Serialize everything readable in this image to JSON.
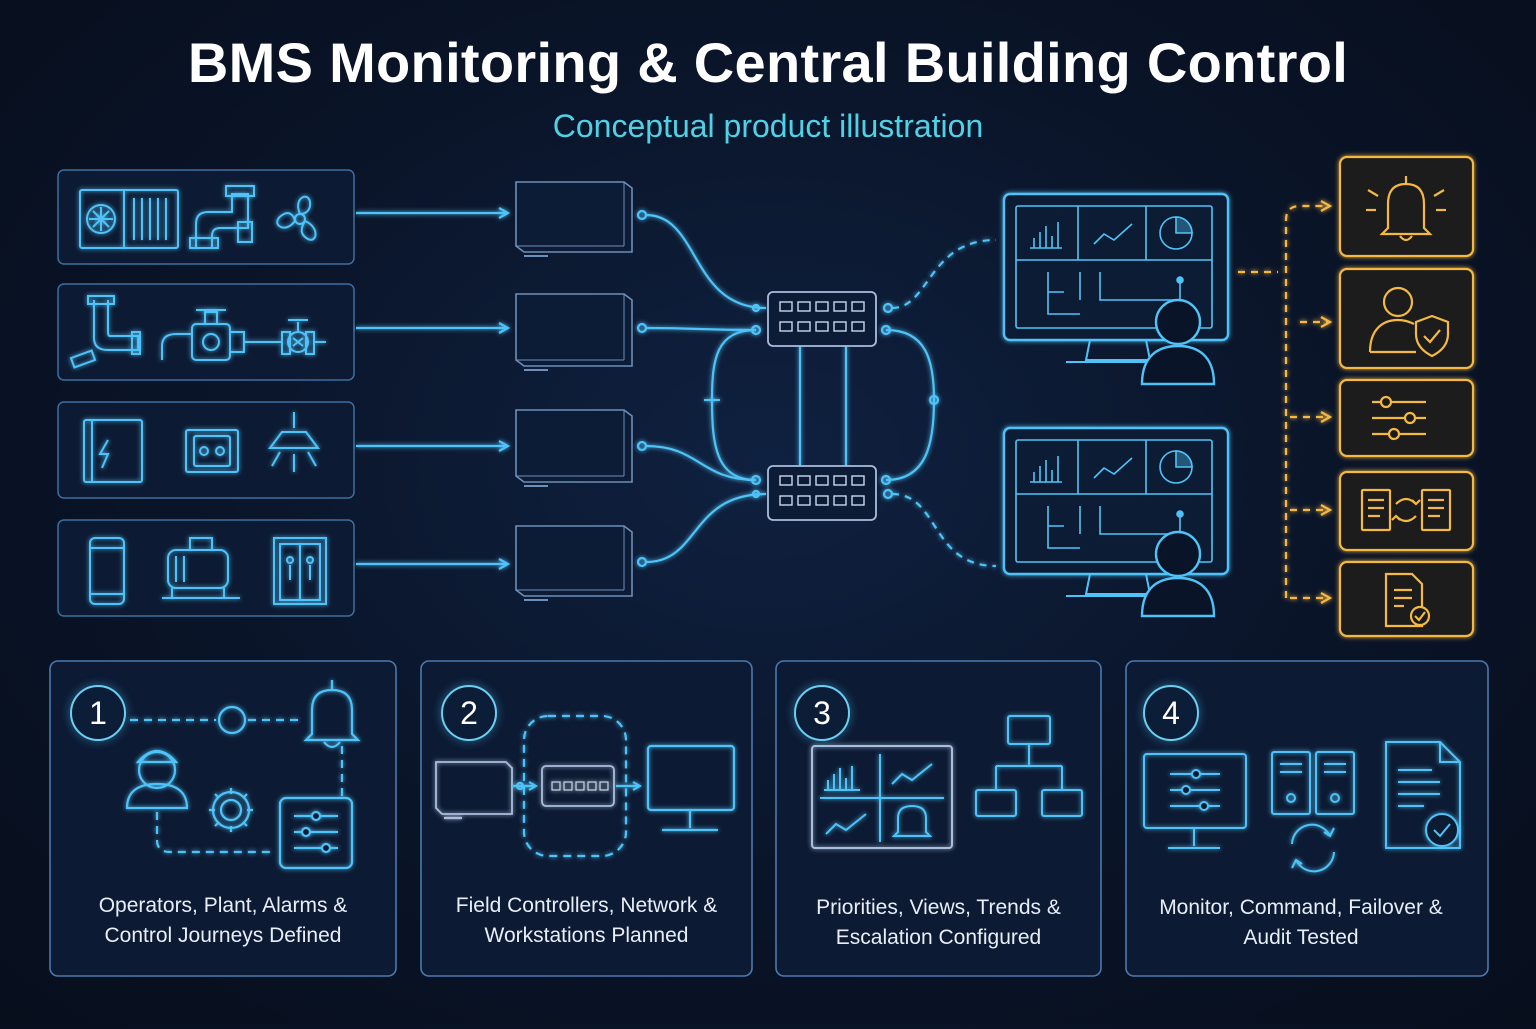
{
  "title": "BMS Monitoring & Central Building Control",
  "subtitle": "Conceptual product illustration",
  "colors": {
    "background": "#0a1428",
    "accent_blue": "#4fc3f7",
    "accent_cyan": "#4fd2e6",
    "alert_gold": "#f5b942",
    "text": "#ffffff"
  },
  "equipment_rows": [
    {
      "icons": [
        "air-handling-unit-icon",
        "duct-pipe-icon",
        "fan-icon"
      ]
    },
    {
      "icons": [
        "pipe-elbow-icon",
        "pump-valve-icon",
        "valve-icon"
      ]
    },
    {
      "icons": [
        "electrical-panel-icon",
        "power-outlet-icon",
        "ceiling-light-icon"
      ]
    },
    {
      "icons": [
        "tank-icon",
        "generator-icon",
        "elevator-icon"
      ]
    }
  ],
  "controllers": [
    "controller-1",
    "controller-2",
    "controller-3",
    "controller-4"
  ],
  "network_switches": [
    "network-switch-top",
    "network-switch-bottom"
  ],
  "workstations": [
    "workstation-top",
    "workstation-bottom"
  ],
  "outputs": [
    {
      "icon": "alarm-bell-icon"
    },
    {
      "icon": "user-shield-icon"
    },
    {
      "icon": "sliders-icon"
    },
    {
      "icon": "document-sync-icon"
    },
    {
      "icon": "report-check-icon"
    }
  ],
  "steps": [
    {
      "number": "1",
      "line1": "Operators, Plant, Alarms &",
      "line2": "Control Journeys Defined"
    },
    {
      "number": "2",
      "line1": "Field Controllers, Network &",
      "line2": "Workstations Planned"
    },
    {
      "number": "3",
      "line1": "Priorities, Views, Trends &",
      "line2": "Escalation Configured"
    },
    {
      "number": "4",
      "line1": "Monitor, Command, Failover &",
      "line2": "Audit Tested"
    }
  ]
}
